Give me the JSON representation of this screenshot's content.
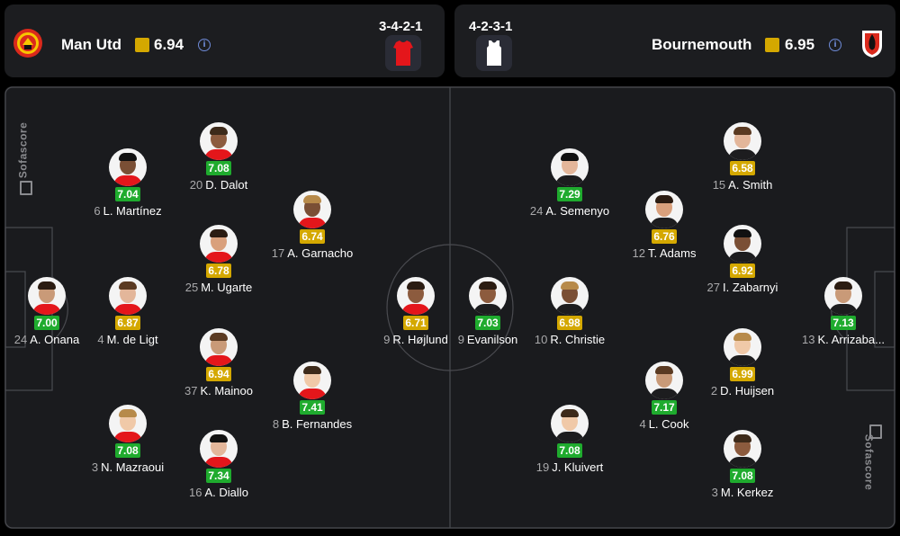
{
  "header": {
    "home": {
      "name": "Man Utd",
      "rating": "6.94",
      "formation": "3-4-2-1",
      "kit_color": "#e4161b",
      "logo_icon": "man-utd-crest-icon"
    },
    "away": {
      "name": "Bournemouth",
      "rating": "6.95",
      "formation": "4-2-3-1",
      "kit_color": "#ffffff",
      "logo_icon": "bournemouth-crest-icon"
    },
    "info_icon": "info-icon"
  },
  "watermark": "Sofascore",
  "colors": {
    "rating_green": "#1fab2e",
    "rating_yellow": "#d4a800",
    "pitch": "#1a1b1e",
    "lines": "#4a4b50"
  },
  "home_players": [
    {
      "number": "24",
      "name": "A. Onana",
      "rating": "7.00",
      "level": "green"
    },
    {
      "number": "4",
      "name": "M. de Ligt",
      "rating": "6.87",
      "level": "yellow"
    },
    {
      "number": "6",
      "name": "L. Martínez",
      "rating": "7.04",
      "level": "green"
    },
    {
      "number": "3",
      "name": "N. Mazraoui",
      "rating": "7.08",
      "level": "green"
    },
    {
      "number": "20",
      "name": "D. Dalot",
      "rating": "7.08",
      "level": "green"
    },
    {
      "number": "25",
      "name": "M. Ugarte",
      "rating": "6.78",
      "level": "yellow"
    },
    {
      "number": "37",
      "name": "K. Mainoo",
      "rating": "6.94",
      "level": "yellow"
    },
    {
      "number": "16",
      "name": "A. Diallo",
      "rating": "7.34",
      "level": "green"
    },
    {
      "number": "17",
      "name": "A. Garnacho",
      "rating": "6.74",
      "level": "yellow"
    },
    {
      "number": "8",
      "name": "B. Fernandes",
      "rating": "7.41",
      "level": "green"
    },
    {
      "number": "9",
      "name": "R. Højlund",
      "rating": "6.71",
      "level": "yellow"
    }
  ],
  "away_players": [
    {
      "number": "13",
      "name": "K. Arrizaba...",
      "rating": "7.13",
      "level": "green"
    },
    {
      "number": "15",
      "name": "A. Smith",
      "rating": "6.58",
      "level": "yellow"
    },
    {
      "number": "27",
      "name": "I. Zabarnyi",
      "rating": "6.92",
      "level": "yellow"
    },
    {
      "number": "2",
      "name": "D. Huijsen",
      "rating": "6.99",
      "level": "yellow"
    },
    {
      "number": "3",
      "name": "M. Kerkez",
      "rating": "7.08",
      "level": "green"
    },
    {
      "number": "12",
      "name": "T. Adams",
      "rating": "6.76",
      "level": "yellow"
    },
    {
      "number": "4",
      "name": "L. Cook",
      "rating": "7.17",
      "level": "green"
    },
    {
      "number": "24",
      "name": "A. Semenyo",
      "rating": "7.29",
      "level": "green"
    },
    {
      "number": "10",
      "name": "R. Christie",
      "rating": "6.98",
      "level": "yellow"
    },
    {
      "number": "19",
      "name": "J. Kluivert",
      "rating": "7.08",
      "level": "green"
    },
    {
      "number": "9",
      "name": "Evanilson",
      "rating": "7.03",
      "level": "green"
    }
  ]
}
